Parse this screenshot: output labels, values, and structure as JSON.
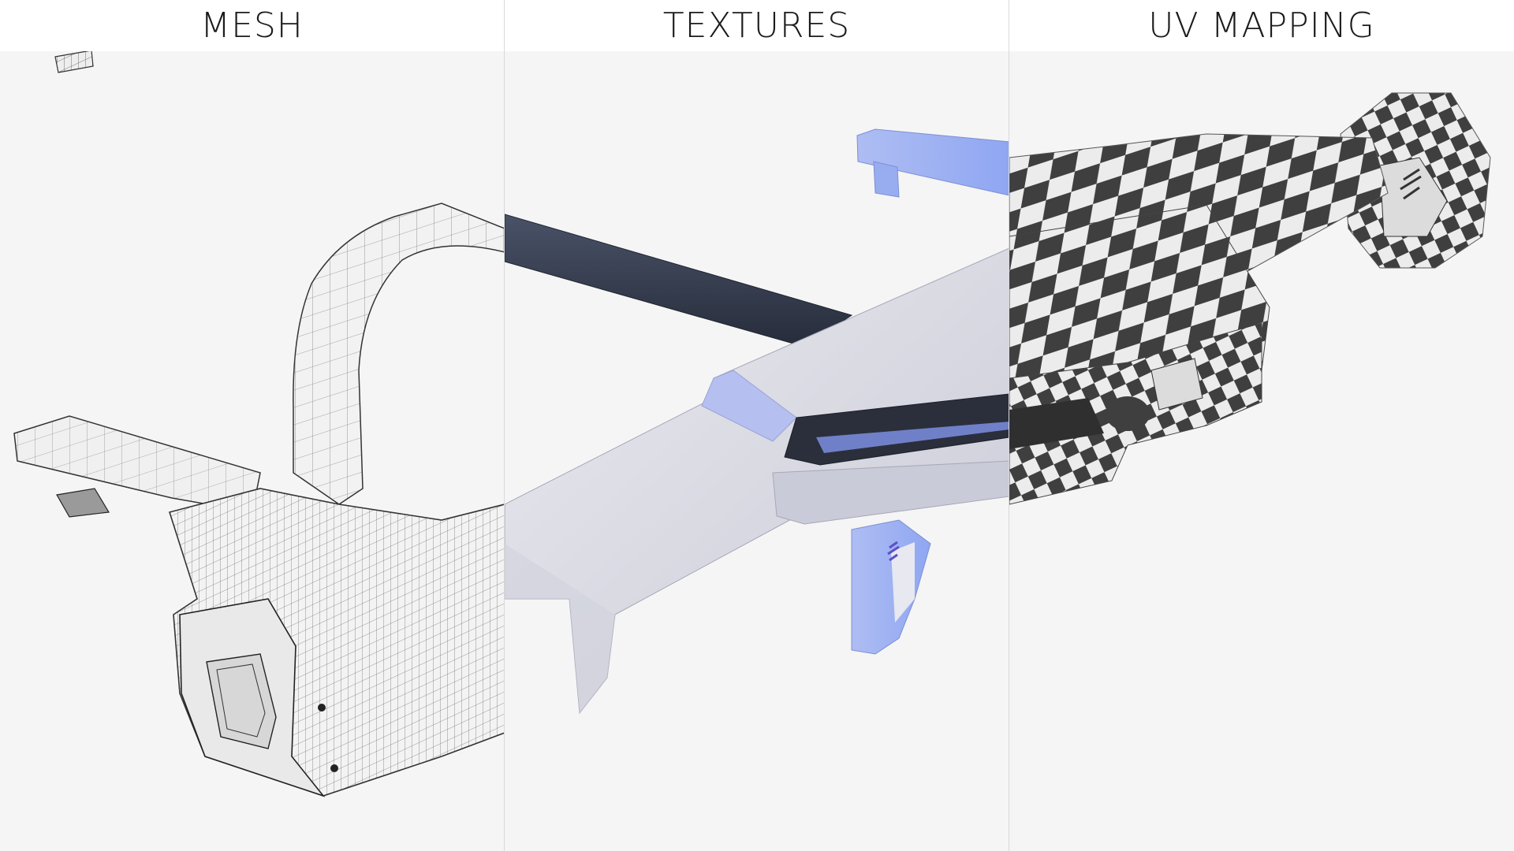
{
  "panels": [
    {
      "id": "mesh",
      "label": "MESH"
    },
    {
      "id": "textures",
      "label": "TEXTURES"
    },
    {
      "id": "uv",
      "label": "UV MAPPING"
    }
  ],
  "colors": {
    "background": "#f5f5f5",
    "header_background": "#ffffff",
    "header_text": "#1b1b1b",
    "divider": "#d9d9d9",
    "wire": "#3a3a3a",
    "texture_body": "#d9d9e0",
    "texture_accent": "#9fb4f5",
    "texture_dark_arm": "#3a4256",
    "checker_dark": "#3f3f3f",
    "checker_light": "#ececec"
  }
}
